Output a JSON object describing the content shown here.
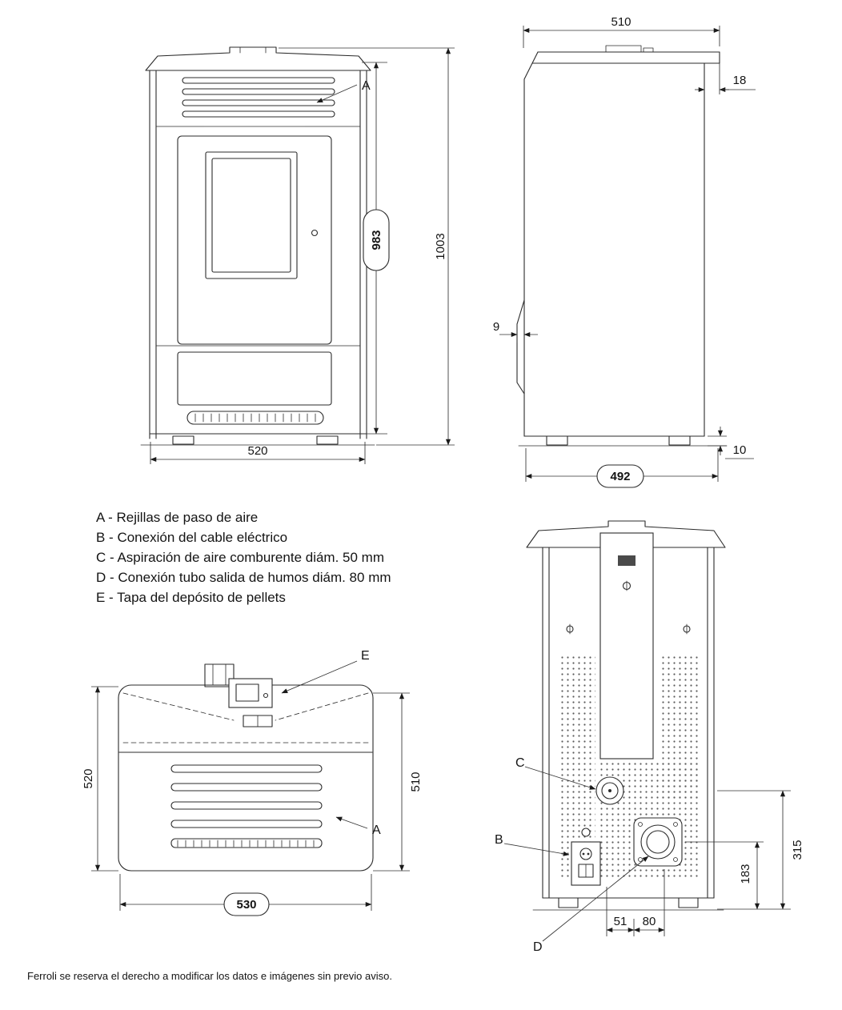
{
  "legend": {
    "items": [
      "A - Rejillas de paso de aire",
      "B - Conexión del cable eléctrico",
      "C - Aspiración de aire comburente diám. 50 mm",
      "D - Conexión tubo salida de humos diám. 80 mm",
      "E - Tapa del depósito de pellets"
    ]
  },
  "front_view": {
    "label_a": "A",
    "dim_width": "520",
    "dim_body_height": "983",
    "dim_total_height": "1003"
  },
  "side_view": {
    "dim_depth": "510",
    "dim_lid_overhang": "18",
    "dim_front_step": "9",
    "dim_base_clearance": "10",
    "dim_base_depth": "492"
  },
  "top_view": {
    "label_e": "E",
    "label_a": "A",
    "dim_depth_left": "520",
    "dim_depth_right": "510",
    "dim_width": "530"
  },
  "rear_view": {
    "label_c": "C",
    "label_b": "B",
    "label_d": "D",
    "dim_intake_height": "315",
    "dim_flue_height": "183",
    "dim_offset_a": "51",
    "dim_offset_b": "80"
  },
  "footer": {
    "note": "Ferroli se reserva el derecho a modificar los datos e imágenes sin previo aviso."
  },
  "colors": {
    "line": "#2b2b2b",
    "background": "#ffffff"
  }
}
